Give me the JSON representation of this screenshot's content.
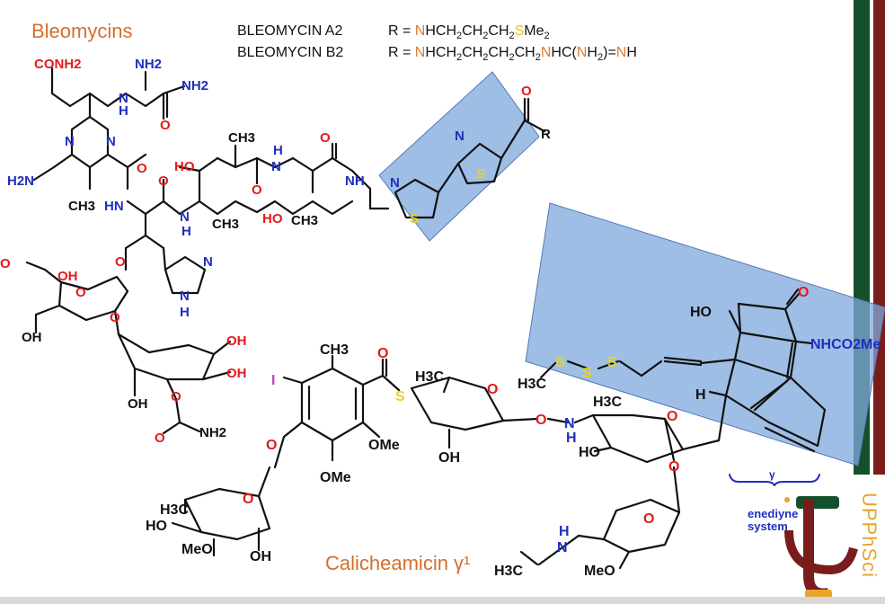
{
  "titles": {
    "bleomycins": "Bleomycins",
    "calicheamicin": "Calicheamicin γ¹"
  },
  "definitions": [
    {
      "name": "BLEOMYCIN A2",
      "formula_prefix": "R = ",
      "formula": "NHCH2CH2CH2SMe2"
    },
    {
      "name": "BLEOMYCIN B2",
      "formula_prefix": "R = ",
      "formula": "NHCH2CH2CH2CH2NHC(NH2)=NH"
    }
  ],
  "labels": {
    "conh2": "CONH2",
    "nh2_top": "NH2",
    "nh2_amide": "NH2",
    "nh_amine": "N",
    "h_amine": "H",
    "o_amide": "O",
    "n1": "N",
    "n2": "N",
    "h2n": "H2N",
    "ch3_pyr": "CH3",
    "hn": "HN",
    "o_pyr": "O",
    "ho_val": "HO",
    "ch3_val": "CH3",
    "o_val": "O",
    "ch3_thr1": "CH3",
    "h_nh1": "H",
    "n_nh1": "N",
    "ho_thr": "HO",
    "ch3_thr2": "CH3",
    "nh_thr": "N",
    "h_thr": "H",
    "o_thr": "O",
    "nh_link": "NH",
    "n_thz1": "N",
    "s_thz1": "S",
    "n_thz2": "N",
    "s_thz2": "S",
    "o_ketone": "O",
    "r": "R",
    "o_his": "O",
    "o_sugar1": "O",
    "o_sugar1b": "O",
    "ho_ring": "HO",
    "oh_sugar1": "OH",
    "oh_sugar1b": "OH",
    "n_his1": "N",
    "n_his2": "N",
    "h_his": "H",
    "oh_sugar2a": "OH",
    "oh_sugar2b": "OH",
    "oh_sugar2c": "OH",
    "o_carb": "O",
    "o_carb2": "O",
    "nh2_carb": "NH2",
    "ch3_aryl": "CH3",
    "o_thioester": "O",
    "iodo": "I",
    "s_thio": "S",
    "o_aryl": "O",
    "ome_1": "OMe",
    "ome_2": "OMe",
    "h3c_sug1": "H3C",
    "o_sug_a": "O",
    "oh_sug_a": "OH",
    "o_link": "O",
    "n_link": "N",
    "h_link": "H",
    "h3c_s": "H3C",
    "s1": "S",
    "s2": "S",
    "s3": "S",
    "h3c_sug2": "H3C",
    "o_sug_b": "O",
    "ho_sug_b": "HO",
    "o_sug_b2": "O",
    "h3c_sug3": "H3C",
    "o_sug_c": "O",
    "ho_sug_c": "HO",
    "meo_sug_c": "MeO",
    "oh_sug_c": "OH",
    "h3c_eth": "H3C",
    "n_eth": "N",
    "h_eth": "H",
    "o_sug_d": "O",
    "meo_sug_d": "MeO",
    "ho_core": "HO",
    "o_core": "O",
    "nhco2me": "NHCO2Me",
    "h_core": "H",
    "gamma": "γ",
    "enediyne": "enediyne",
    "system": "system"
  },
  "logo": {
    "text": "UPPhSci"
  },
  "colors": {
    "title": "#d2702d",
    "heteroatom_o": "#e21b1b",
    "heteroatom_n": "#1f2fbf",
    "sulfur": "#e7d51a",
    "iodine": "#c63cc6",
    "highlight": "#7fa8dc",
    "orange_atom": "#e07a2e",
    "stripe_green": "#14502b",
    "stripe_red": "#7a1c1c"
  }
}
